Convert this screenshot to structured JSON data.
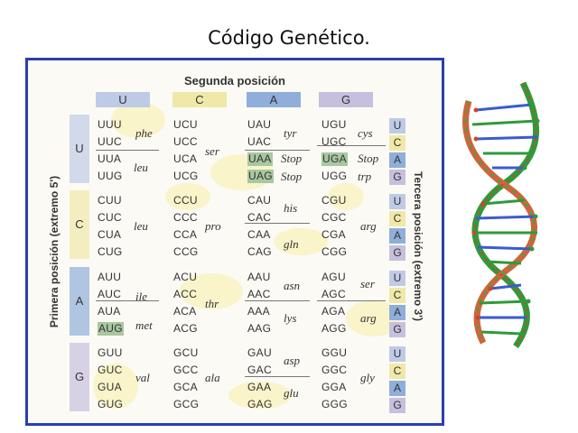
{
  "title": "Código Genético.",
  "header": "Segunda posición",
  "left_label": "Primera posición (extremo 5')",
  "right_label": "Tercera posición (extremo 3')",
  "second_bases": [
    "U",
    "C",
    "A",
    "G"
  ],
  "first_bases": [
    "U",
    "C",
    "A",
    "G"
  ],
  "third_bases": [
    "U",
    "C",
    "A",
    "G"
  ],
  "colors": {
    "frame": "#2a3eb4",
    "u_fill": "#bfcbe6",
    "c_fill": "#f0e8a8",
    "a_fill": "#90aeda",
    "g_fill": "#c7bfde",
    "codon_highlight": "#a9c7a0"
  },
  "codons": [
    [
      "UUU",
      "UUC",
      "UUA",
      "UUG",
      "UCU",
      "UCC",
      "UCA",
      "UCG",
      "UAU",
      "UAC",
      "UAA",
      "UAG",
      "UGU",
      "UGC",
      "UGA",
      "UGG"
    ],
    [
      "CUU",
      "CUC",
      "CUA",
      "CUG",
      "CCU",
      "CCC",
      "CCA",
      "CCG",
      "CAU",
      "CAC",
      "CAA",
      "CAG",
      "CGU",
      "CGC",
      "CGA",
      "CGG"
    ],
    [
      "AUU",
      "AUC",
      "AUA",
      "AUG",
      "ACU",
      "ACC",
      "ACA",
      "ACG",
      "AAU",
      "AAC",
      "AAA",
      "AAG",
      "AGU",
      "AGC",
      "AGA",
      "AGG"
    ],
    [
      "GUU",
      "GUC",
      "GUA",
      "GUG",
      "GCU",
      "GCC",
      "GCA",
      "GCG",
      "GAU",
      "GAC",
      "GAA",
      "GAG",
      "GGU",
      "GGC",
      "GGA",
      "GGG"
    ]
  ],
  "aminoacids": {
    "phe": "phe",
    "leu": "leu",
    "ser": "ser",
    "tyr": "tyr",
    "stop": "Stop",
    "cys": "cys",
    "trp": "trp",
    "pro": "pro",
    "his": "his",
    "gln": "gln",
    "arg": "arg",
    "ile": "ile",
    "met": "met",
    "thr": "thr",
    "asn": "asn",
    "lys": "lys",
    "val": "val",
    "ala": "ala",
    "asp": "asp",
    "glu": "glu",
    "gly": "gly"
  }
}
